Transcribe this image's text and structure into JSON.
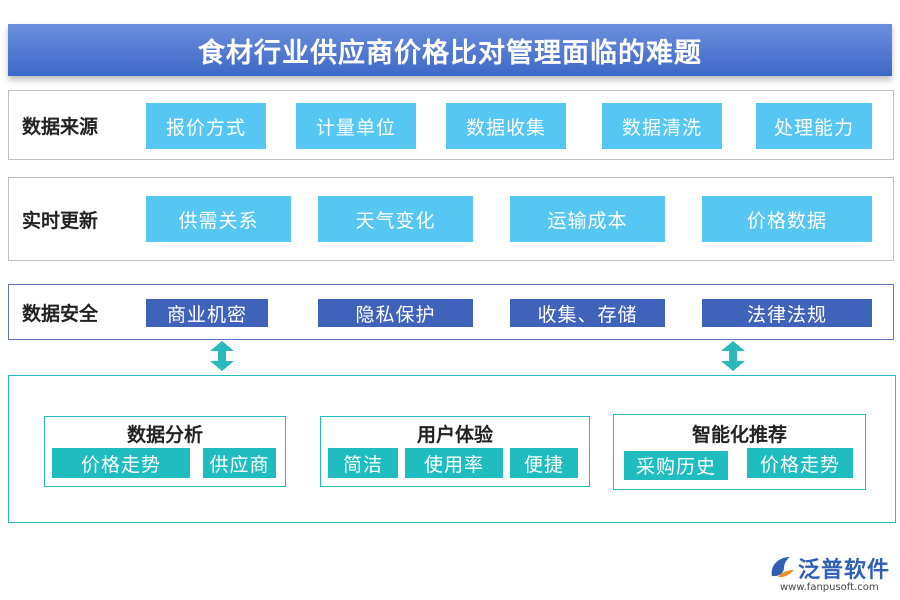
{
  "title": "食材行业供应商价格比对管理面临的难题",
  "rows": [
    {
      "label": "数据来源",
      "chips": [
        "报价方式",
        "计量单位",
        "数据收集",
        "数据清洗",
        "处理能力"
      ]
    },
    {
      "label": "实时更新",
      "chips": [
        "供需关系",
        "天气变化",
        "运输成本",
        "价格数据"
      ]
    },
    {
      "label": "数据安全",
      "chips": [
        "商业机密",
        "隐私保护",
        "收集、存储",
        "法律法规"
      ]
    }
  ],
  "groups": [
    {
      "title": "数据分析",
      "chips": [
        "价格走势",
        "供应商"
      ]
    },
    {
      "title": "用户体验",
      "chips": [
        "简洁",
        "使用率",
        "便捷"
      ]
    },
    {
      "title": "智能化推荐",
      "chips": [
        "采购历史",
        "价格走势"
      ]
    }
  ],
  "logo": {
    "name": "泛普软件",
    "url": "www.fanpusoft.com"
  },
  "colors": {
    "title_bg": "#4a72cf",
    "row_border": "#bfbfbf",
    "chip_cyan": "#56c6f3",
    "chip_navy": "#3f63ba",
    "chip_teal": "#1fbcc0",
    "teal_border": "#25b9c3",
    "arrow": "#2ab9bd"
  }
}
